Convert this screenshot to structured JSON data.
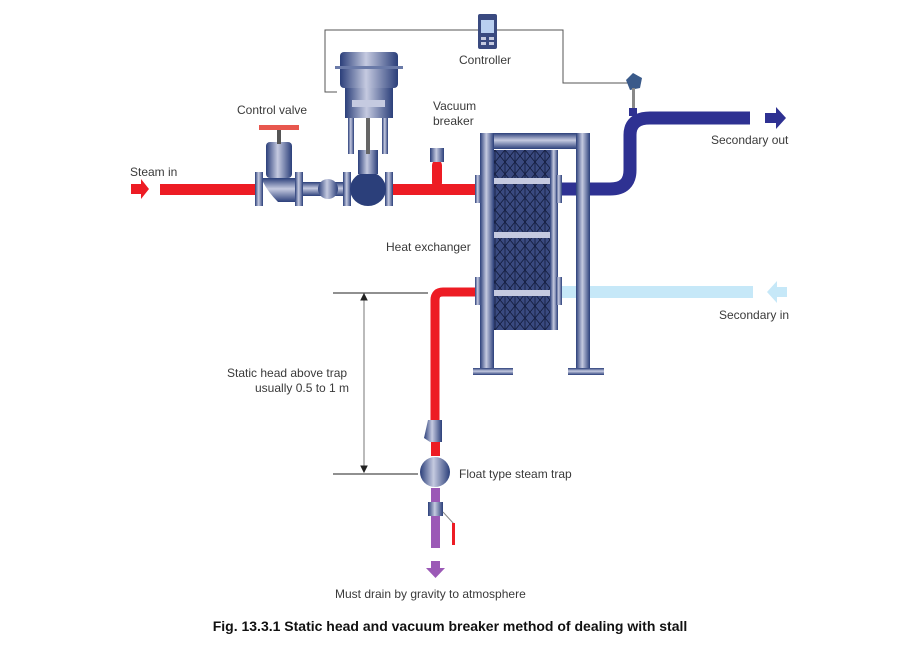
{
  "figure": {
    "caption": "Fig. 13.3.1 Static head and vacuum breaker method of dealing with stall"
  },
  "labels": {
    "controller": "Controller",
    "control_valve": "Control valve",
    "vacuum_breaker_line1": "Vacuum",
    "vacuum_breaker_line2": "breaker",
    "steam_in": "Steam in",
    "secondary_out": "Secondary out",
    "heat_exchanger": "Heat exchanger",
    "secondary_in": "Secondary in",
    "static_head_line1": "Static head above trap",
    "static_head_line2": "usually 0.5 to 1 m",
    "float_trap": "Float type steam trap",
    "drain": "Must drain by gravity to atmosphere"
  },
  "colors": {
    "steam": "#ed1c24",
    "secondary_out": "#2e3192",
    "secondary_in": "#c6e8f8",
    "condensate": "#9b59b6",
    "equipment": "#2b3f7a",
    "equipment_light": "#c5cae0"
  },
  "icons": {
    "steam_in_arrow": "arrow-right-icon",
    "secondary_out_arrow": "arrow-right-icon",
    "secondary_in_arrow": "arrow-left-icon",
    "drain_arrow": "arrow-down-icon"
  }
}
